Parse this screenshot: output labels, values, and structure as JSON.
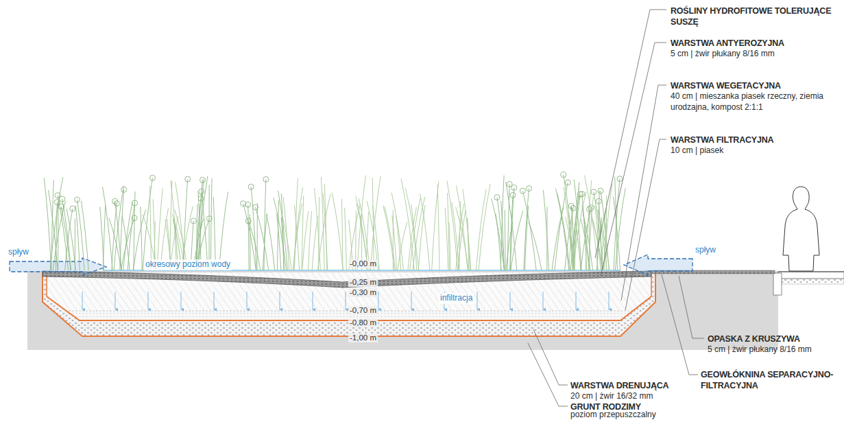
{
  "diagram": {
    "labels": [
      "ROŚLINY HYDROFITOWE TOLERUJĄCE SUSZĘ",
      "WARSTWA ANTYEROZYJNA",
      "5 cm | żwir płukany 8/16 mm",
      "WARSTWA WEGETACYJNA",
      "40 cm | mieszanka piasek rzeczny, ziemia urodzajna, kompost 2:1:1",
      "WARSTWA FILTRACYJNA",
      "10 cm | piasek",
      "spływ",
      "okresowy poziom wody",
      "-0,00 m",
      "spływ",
      "-0,25 m",
      "-0,30 m",
      "infiltracja",
      "-0,70 m",
      "-0,80 m",
      "-1,00 m",
      "OPASKA Z KRUSZYWA",
      "5 cm | żwir płukany 8/16 mm",
      "GEOWŁÓKNINA SEPARACYJNO-FILTRACYJNA",
      "WARSTWA DRENUJĄCA",
      "20 cm | żwir 16/32 mm",
      "GRUNT RODZIMY",
      "poziom przepuszczalny"
    ]
  }
}
